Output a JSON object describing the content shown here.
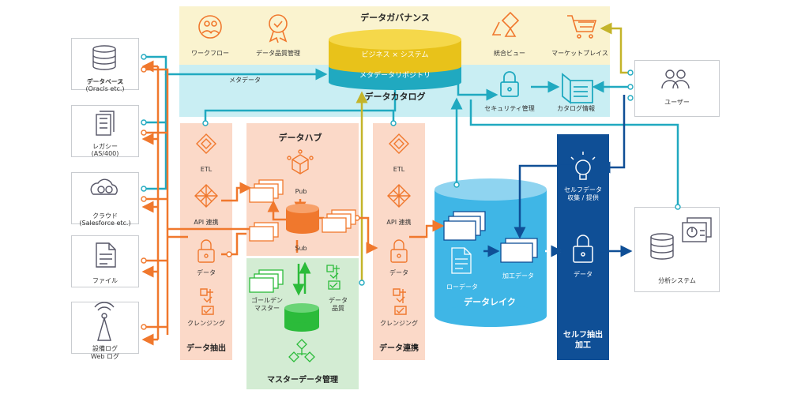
{
  "governance": {
    "title": "データガバナンス",
    "items": [
      "ワークフロー",
      "データ品質管理",
      "統合ビュー",
      "マーケットプレイス"
    ]
  },
  "catalog": {
    "title": "データカタログ",
    "metadata_label": "メタデータ",
    "db_top": "ビジネス × システム",
    "db_mid": "メタデータリポジトリ",
    "security": "セキュリティ管理",
    "catalog_info": "カタログ情報"
  },
  "sources": [
    {
      "name": "データベース",
      "sub": "(Oracls etc.)",
      "icon": "database-icon"
    },
    {
      "name": "レガシー",
      "sub": "(AS/400)",
      "icon": "legacy-icon"
    },
    {
      "name": "クラウド",
      "sub": "(Salesforce etc.)",
      "icon": "cloud-icon"
    },
    {
      "name": "ファイル",
      "sub": "",
      "icon": "file-icon"
    },
    {
      "name": "設備ログ",
      "sub": "Web ログ",
      "icon": "antenna-icon"
    }
  ],
  "extract": {
    "title": "データ抽出",
    "items": [
      "ETL",
      "API 連携",
      "データ",
      "クレンジング"
    ]
  },
  "hub": {
    "title": "データハブ",
    "pub": "Pub",
    "sub": "Sub"
  },
  "master": {
    "title": "マスターデータ管理",
    "golden": "ゴールデン\nマスター",
    "quality": "データ\n品質"
  },
  "link": {
    "title": "データ連携",
    "items": [
      "ETL",
      "API 連携",
      "データ",
      "クレンジング"
    ]
  },
  "lake": {
    "title": "データレイク",
    "raw": "ローデータ",
    "processed": "加工データ"
  },
  "self": {
    "collect": "セルフデータ\n収集 / 提供",
    "data": "データ",
    "title": "セルフ抽出\n加工"
  },
  "user": {
    "label": "ユーザー"
  },
  "analysis": {
    "label": "分析システム"
  },
  "colors": {
    "governance_bg": "#faf3cf",
    "catalog_bg": "#c9eef3",
    "orange_bg": "#fbd9c8",
    "green_bg": "#d3ecd3",
    "lake_blue": "#3fb6e6",
    "self_navy": "#0f4f96",
    "orange": "#f0782d",
    "teal": "#20a9c0",
    "green": "#2bbb3a",
    "olive": "#c4b42a"
  }
}
